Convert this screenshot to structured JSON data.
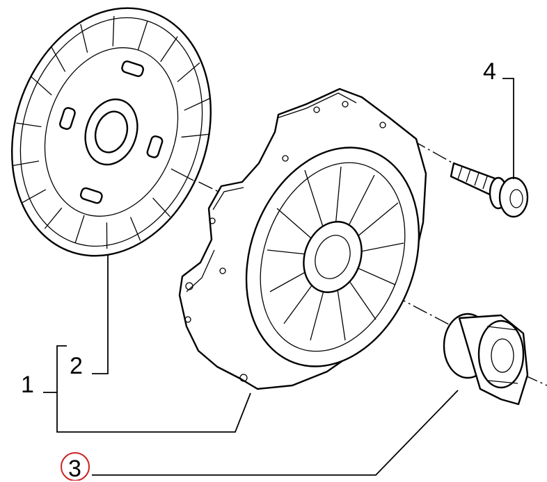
{
  "callouts": {
    "c1": "1",
    "c2": "2",
    "c3": "3",
    "c4": "4"
  },
  "colors": {
    "ink": "#000000",
    "background": "#ffffff",
    "highlight_circle": "#cc2222"
  },
  "parts": [
    {
      "callout": "1",
      "part": "clutch-kit"
    },
    {
      "callout": "2",
      "part": "clutch-disc"
    },
    {
      "callout": "3",
      "part": "release-bearing"
    },
    {
      "callout": "4",
      "part": "bolt"
    }
  ]
}
